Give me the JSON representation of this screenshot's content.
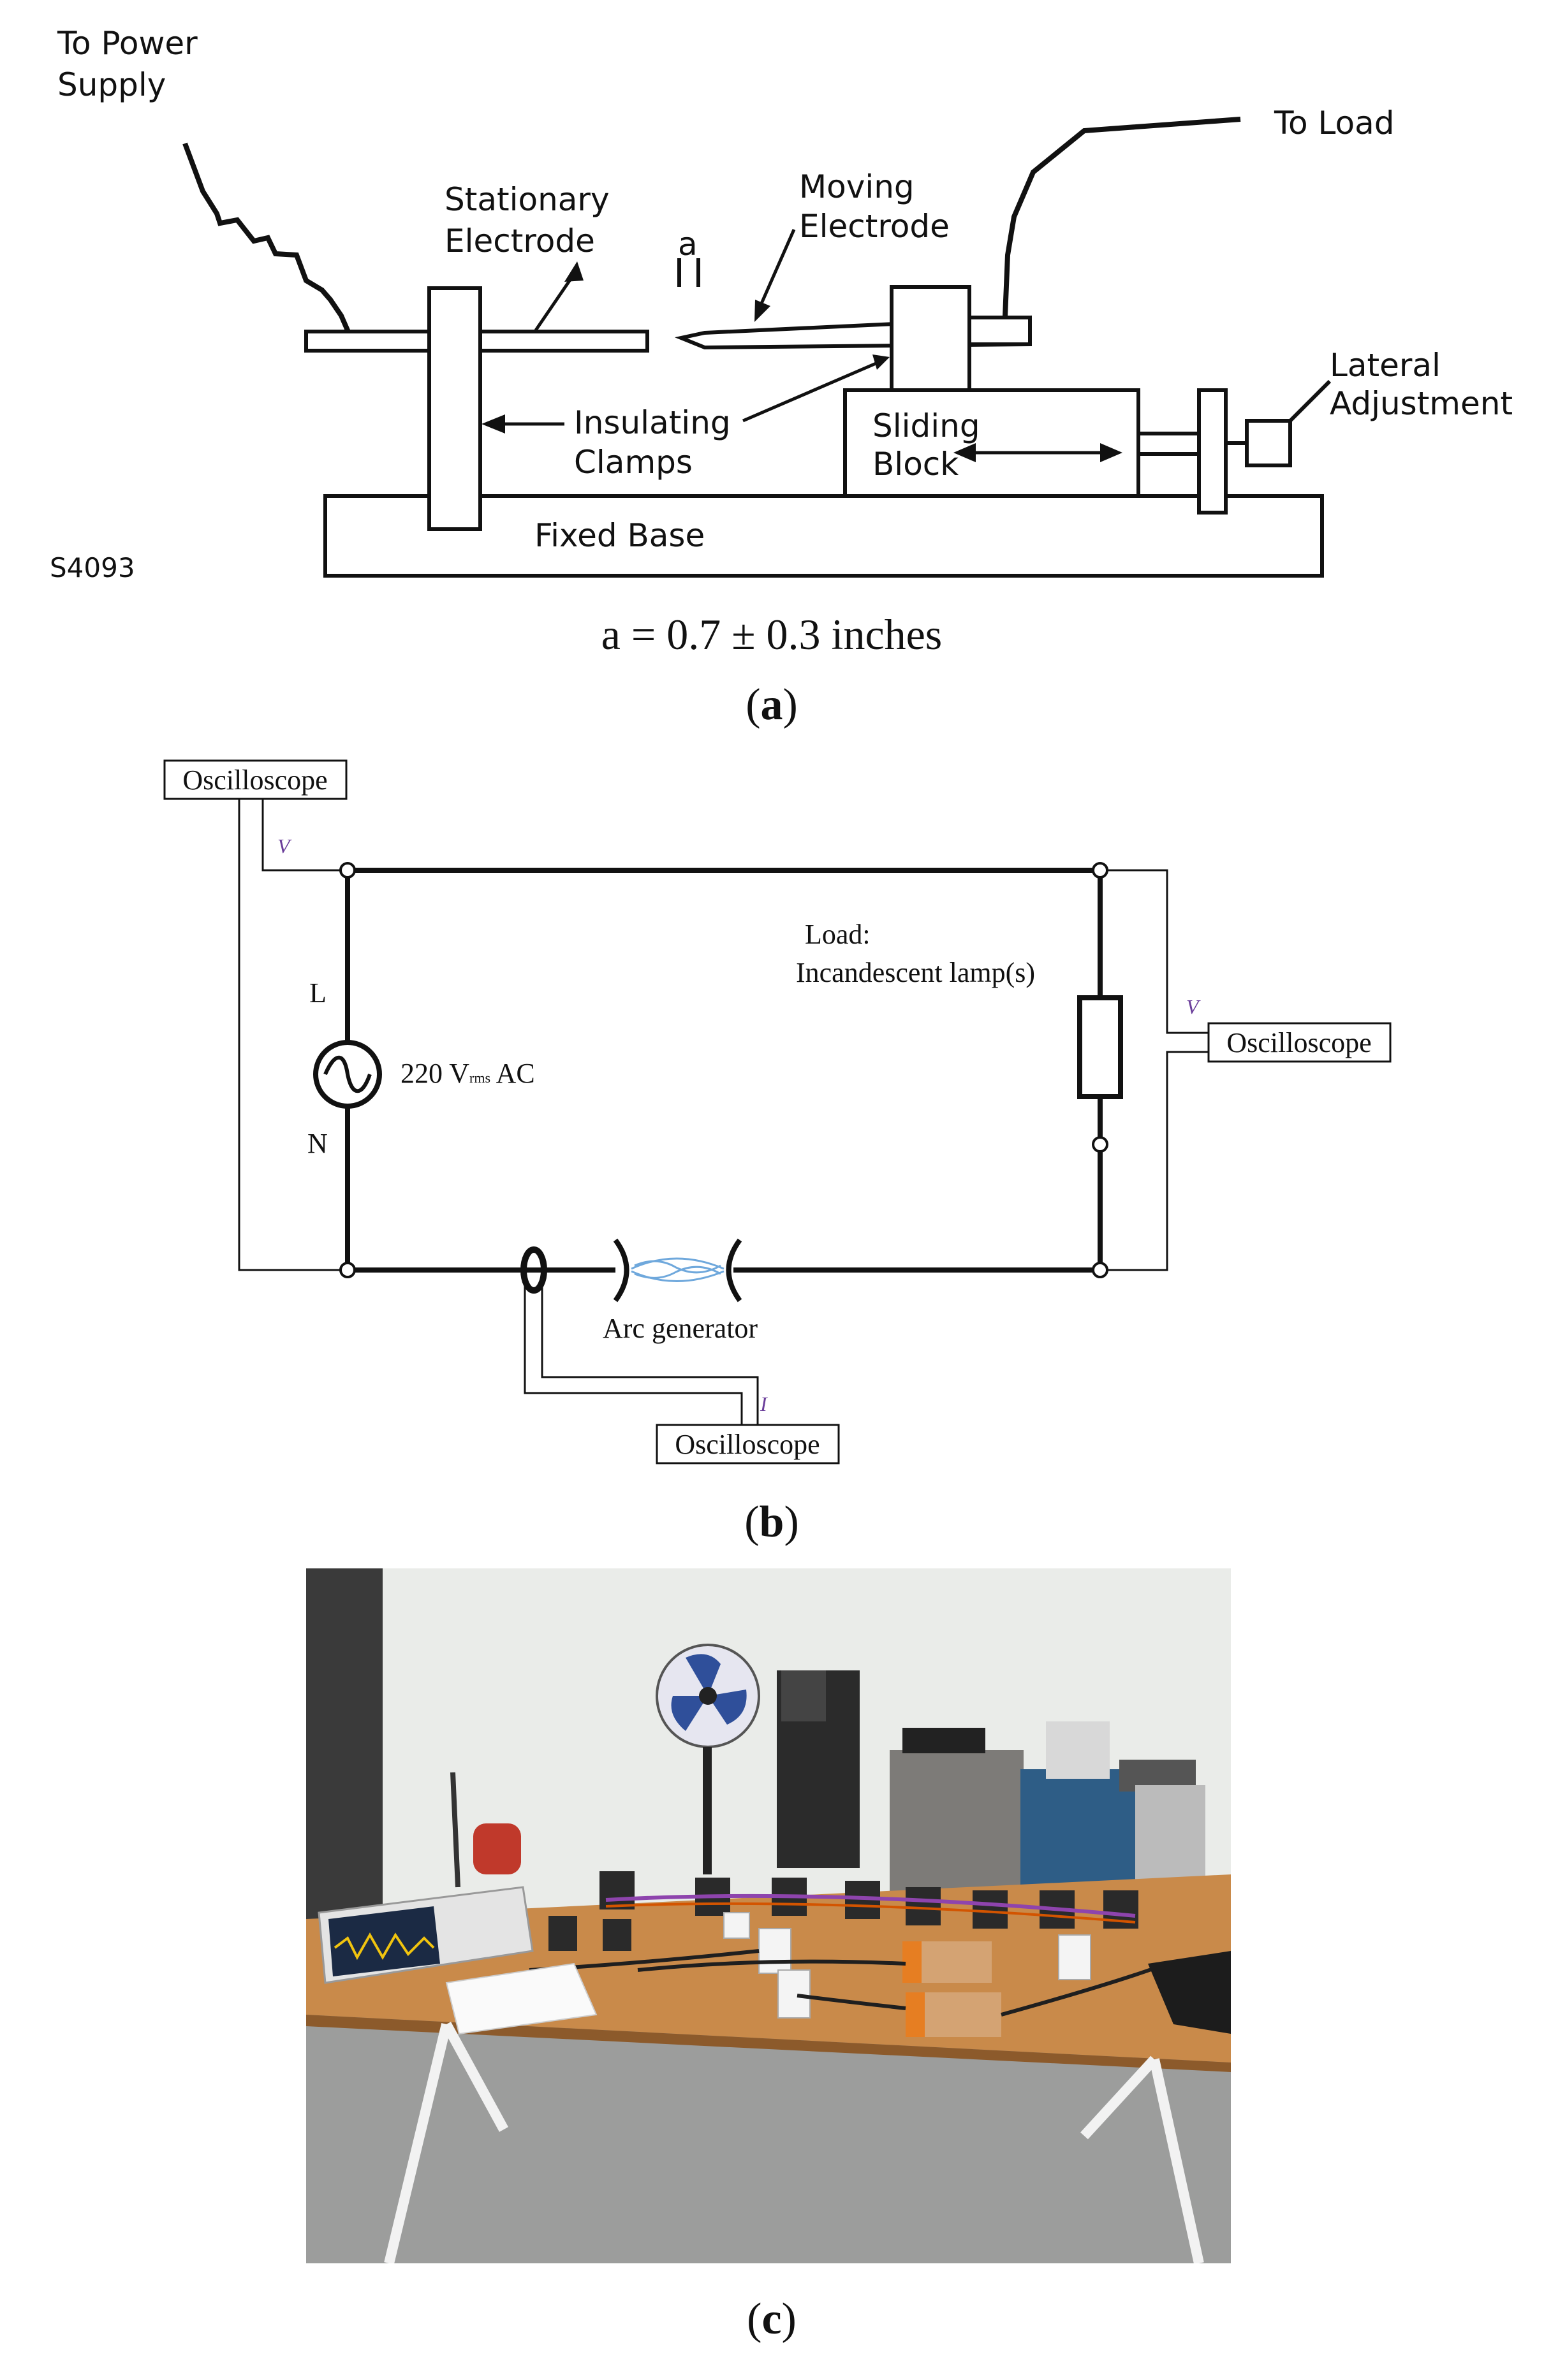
{
  "panel_a": {
    "labels": {
      "power_line1": "To Power",
      "power_line2": "Supply",
      "load": "To Load",
      "stationary_line1": "Stationary",
      "stationary_line2": "Electrode",
      "moving_line1": "Moving",
      "moving_line2": "Electrode",
      "gap": "a",
      "lateral_line1": "Lateral",
      "lateral_line2": "Adjustment",
      "insulating_line1": "Insulating",
      "insulating_line2": "Clamps",
      "sliding_line1": "Sliding",
      "sliding_line2": "Block",
      "base": "Fixed Base",
      "figure_code": "S4093"
    },
    "formula": "a = 0.7 ± 0.3 inches",
    "caption": "a"
  },
  "panel_b": {
    "scope_top_left": "Oscilloscope",
    "scope_right": "Oscilloscope",
    "scope_bottom": "Oscilloscope",
    "signal_v1": "V",
    "signal_v2": "V",
    "signal_i": "I",
    "line_l": "L",
    "line_n": "N",
    "source_value": "220",
    "source_unit": "V",
    "source_sub": "rms",
    "source_type": "AC",
    "load_line1": "Load:",
    "load_line2": "Incandescent lamp(s)",
    "arc_label": "Arc generator",
    "caption": "b"
  },
  "panel_c": {
    "caption": "c",
    "colors": {
      "wall": "#e9ebe9",
      "floor": "#9b9c9b",
      "table": "#c98a4a",
      "fan_blade": "#2f4f9a",
      "box": "#d4a373",
      "box_lid": "#e67e22"
    }
  }
}
